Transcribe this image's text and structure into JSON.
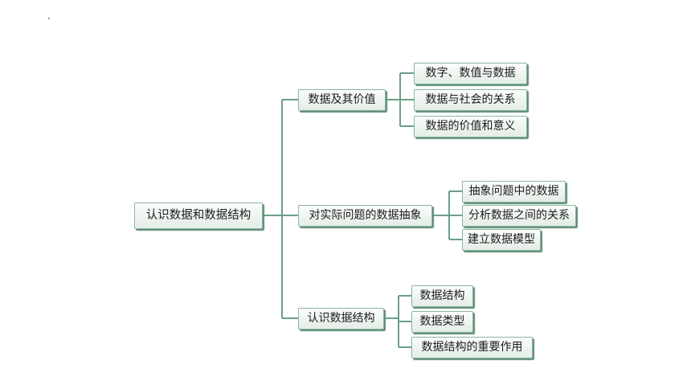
{
  "diagram": {
    "root": "认识数据和数据结构",
    "branches": [
      {
        "label": "数据及其价值",
        "children": [
          "数字、数值与数据",
          "数据与社会的关系",
          "数据的价值和意义"
        ]
      },
      {
        "label": "对实际问题的数据抽象",
        "children": [
          "抽象问题中的数据",
          "分析数据之间的关系",
          "建立数据模型"
        ]
      },
      {
        "label": "认识数据结构",
        "children": [
          "数据结构",
          "数据类型",
          "数据结构的重要作用"
        ]
      }
    ]
  },
  "colors": {
    "line": "#6aa087",
    "box_border": "#8db59d",
    "box_shadow": "#5a8a74",
    "box_fill_top": "#fbfdfb",
    "box_fill_bottom": "#e3ede6"
  }
}
